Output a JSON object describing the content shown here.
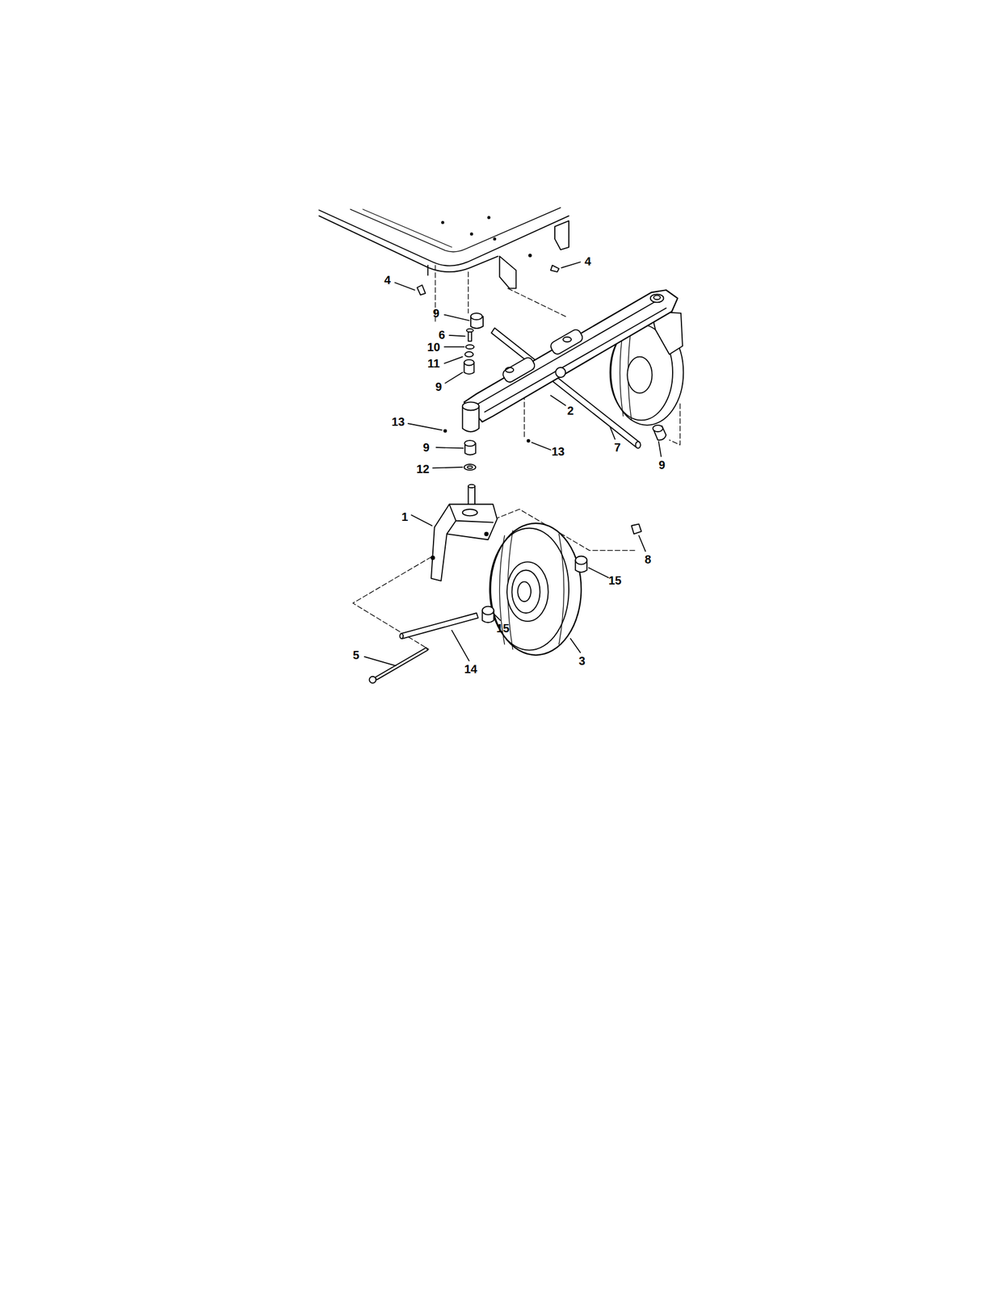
{
  "diagram": {
    "labels": [
      "4",
      "4",
      "9",
      "6",
      "10",
      "11",
      "9",
      "2",
      "13",
      "13",
      "7",
      "9",
      "9",
      "12",
      "1",
      "8",
      "15",
      "15",
      "5",
      "14",
      "3"
    ]
  }
}
